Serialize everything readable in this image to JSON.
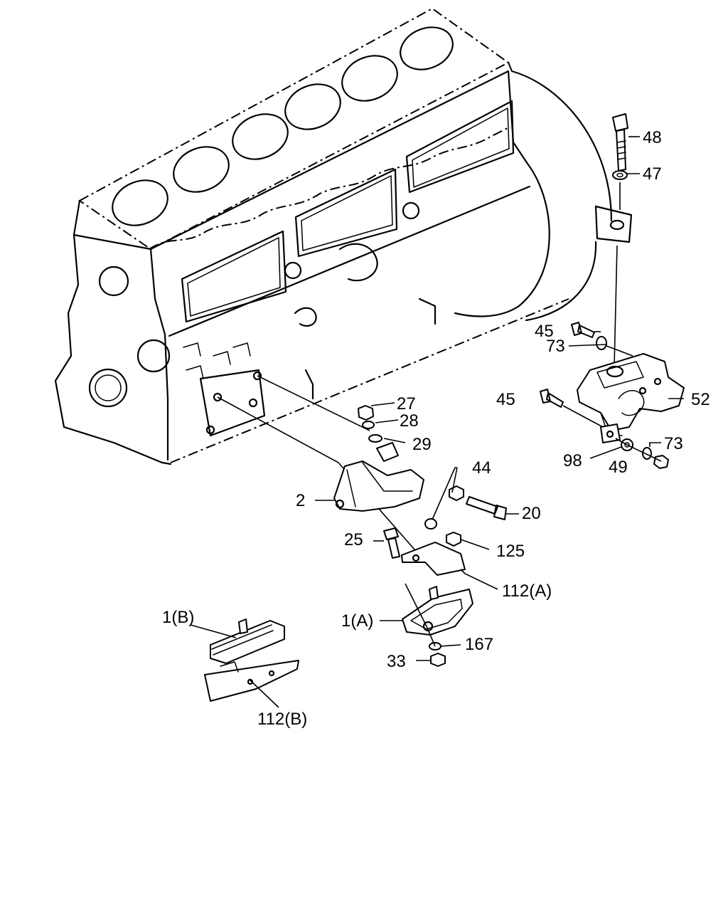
{
  "labels": {
    "p48": "48",
    "p47": "47",
    "p45a": "45",
    "p73a": "73",
    "p45b": "45",
    "p52": "52",
    "p73b": "73",
    "p98": "98",
    "p49": "49",
    "p27": "27",
    "p28": "28",
    "p29": "29",
    "p44": "44",
    "p2": "2",
    "p20": "20",
    "p25": "25",
    "p125": "125",
    "p112a": "112(A)",
    "p1a": "1(A)",
    "p167": "167",
    "p33": "33",
    "p1b": "1(B)",
    "p112b": "112(B)"
  }
}
